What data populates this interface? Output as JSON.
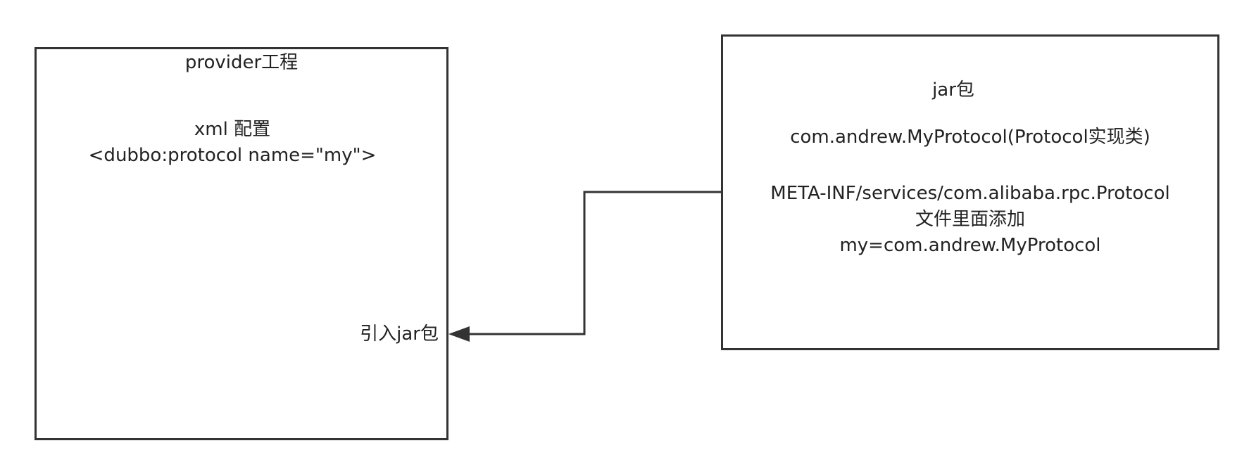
{
  "diagram": {
    "provider_box": {
      "title": "provider工程",
      "config_label": "xml 配置",
      "config_code": "<dubbo:protocol name=\"my\">",
      "import_label": "引入jar包"
    },
    "jar_box": {
      "title": "jar包",
      "impl_class": "com.andrew.MyProtocol(Protocol实现类)",
      "spi_path": "META-INF/services/com.alibaba.rpc.Protocol",
      "spi_action": "文件里面添加",
      "spi_entry": "my=com.andrew.MyProtocol"
    },
    "colors": {
      "stroke": "#333333",
      "text": "#222222",
      "background": "#ffffff"
    }
  }
}
